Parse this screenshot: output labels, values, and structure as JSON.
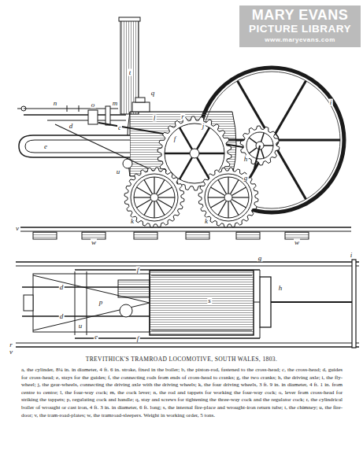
{
  "diagram": {
    "title": "TREVITHICK'S TRAMROAD LOCOMOTIVE, SOUTH WALES, 1803.",
    "caption": "a, the cylinder, 8¼ in. in diameter, 4 ft. 6 in. stroke, fixed in the boiler; b, the piston-rod, fastened to the cross-head; c, the cross-head; d, guides for cross-head; e, stays for the guides; f, the connecting rods from ends of cross-head to cranks; g, the two cranks; h, the driving axle; i, the fly-wheel; j, the gear-wheels, connecting the driving axle with the driving wheels; k, the four driving wheels, 3 ft. 9 in. in diameter, 4 ft. 1 in. from centre to centre; l, the four-way cock; m, the cock lever; n, the rod and tappets for working the four-way cock; o, lever from cross-head for striking the tappets; p, regulating cock and handle; q, stay and screws for tightening the three-way cock and the regulator cock; r, the cylindrical boiler of wrought or cast iron, 4 ft. 3 in. in diameter, 6 ft. long; s, the internal fire-place and wrought-iron return tube; t, the chimney; u, the fire-door; v, the tram-road-plates; w, the tramroad-sleepers. Weight in working order, 5 tons.",
    "labels": [
      "t",
      "n",
      "o",
      "m",
      "q",
      "l",
      "d",
      "c",
      "e",
      "f",
      "j",
      "h",
      "g",
      "i",
      "k",
      "k",
      "r",
      "u",
      "v",
      "w",
      "w",
      "f",
      "g",
      "i",
      "d",
      "p",
      "s",
      "h",
      "d",
      "u",
      "e",
      "f",
      "r",
      "v",
      "MARY EVANS",
      "PICTURE LIBRARY",
      "www.maryevans.com"
    ]
  }
}
